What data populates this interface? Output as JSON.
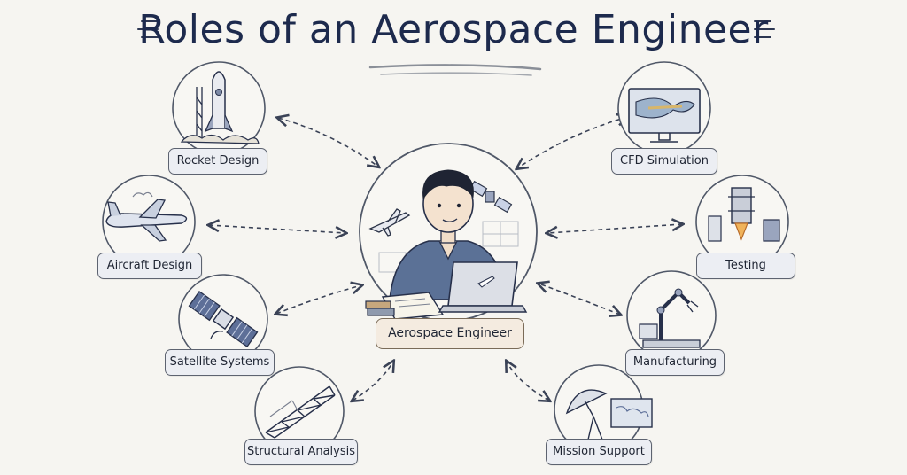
{
  "title": "Roles of an Aerospace Engineer",
  "center": {
    "label": "Aerospace Engineer"
  },
  "roles": [
    {
      "label": "Rocket Design",
      "icon": "rocket-icon"
    },
    {
      "label": "Aircraft Design",
      "icon": "airplane-icon"
    },
    {
      "label": "Satellite Systems",
      "icon": "satellite-icon"
    },
    {
      "label": "Structural Analysis",
      "icon": "truss-structure-icon"
    },
    {
      "label": "CFD Simulation",
      "icon": "cfd-monitor-icon"
    },
    {
      "label": "Testing",
      "icon": "test-stand-icon"
    },
    {
      "label": "Manufacturing",
      "icon": "robot-arm-icon"
    },
    {
      "label": "Mission Support",
      "icon": "radar-dish-icon"
    }
  ],
  "colors": {
    "title": "#1d2a4d",
    "background": "#f6f5f1",
    "label_fill": "#eceef3",
    "center_label_fill": "#f4ebe0",
    "arrow": "#3a4256"
  }
}
